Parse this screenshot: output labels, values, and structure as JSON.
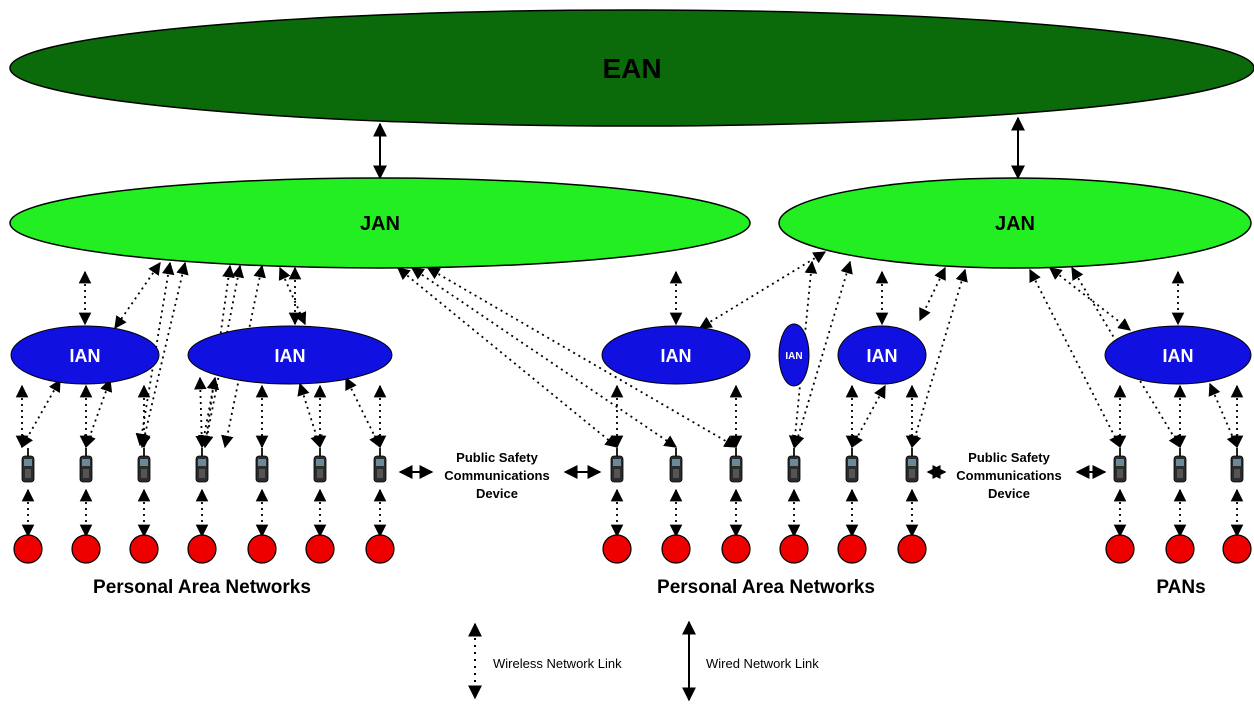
{
  "nodes": {
    "ean": {
      "label": "EAN",
      "color": "#0b6b0b"
    },
    "jan_left": {
      "label": "JAN",
      "color": "#22ee22"
    },
    "jan_right": {
      "label": "JAN",
      "color": "#22ee22"
    },
    "ians": [
      {
        "label": "IAN"
      },
      {
        "label": "IAN"
      },
      {
        "label": "IAN"
      },
      {
        "label": "IAN"
      },
      {
        "label": "IAN"
      },
      {
        "label": "IAN"
      }
    ],
    "ian_color": "#1010e0",
    "pan_color": "#ee0000"
  },
  "device_labels": {
    "left": [
      "Public Safety",
      "Communications",
      "Device"
    ],
    "right": [
      "Public Safety",
      "Communications",
      "Device"
    ]
  },
  "group_labels": {
    "left": "Personal Area Networks",
    "middle": "Personal Area Networks",
    "right": "PANs"
  },
  "legend": {
    "wireless": "Wireless Network Link",
    "wired": "Wired Network Link"
  }
}
